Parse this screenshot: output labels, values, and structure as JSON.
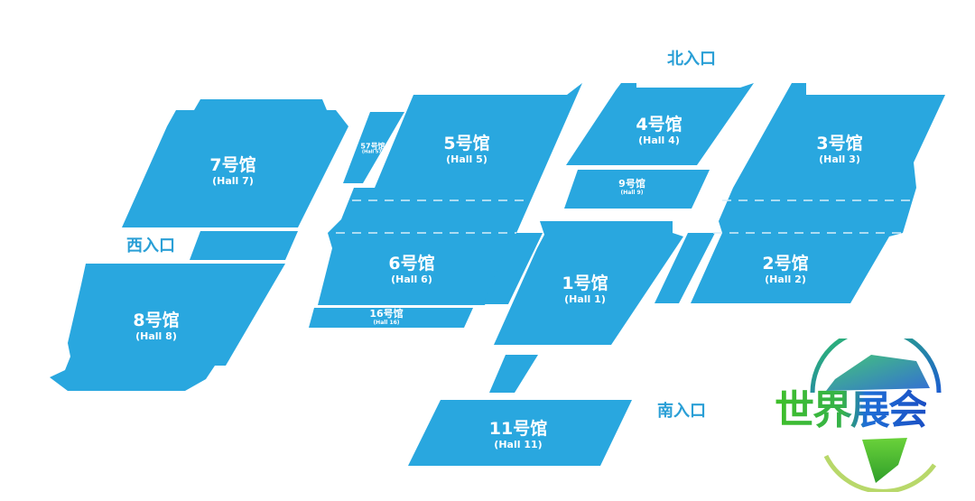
{
  "halls": {
    "h7": {
      "cn": "7号馆",
      "en": "(Hall 7)"
    },
    "h8": {
      "cn": "8号馆",
      "en": "(Hall 8)"
    },
    "h57": {
      "cn": "57号馆",
      "en": "(Hall 57)"
    },
    "h5": {
      "cn": "5号馆",
      "en": "(Hall 5)"
    },
    "h6": {
      "cn": "6号馆",
      "en": "(Hall 6)"
    },
    "h16": {
      "cn": "16号馆",
      "en": "(Hall 16)"
    },
    "h4": {
      "cn": "4号馆",
      "en": "(Hall 4)"
    },
    "h9": {
      "cn": "9号馆",
      "en": "(Hall 9)"
    },
    "h1": {
      "cn": "1号馆",
      "en": "(Hall 1)"
    },
    "h3": {
      "cn": "3号馆",
      "en": "(Hall 3)"
    },
    "h2": {
      "cn": "2号馆",
      "en": "(Hall 2)"
    },
    "h11": {
      "cn": "11号馆",
      "en": "(Hall 11)"
    }
  },
  "entrances": {
    "north": "北入口",
    "west": "西入口",
    "south": "南入口"
  },
  "logo": {
    "text": "世界展会"
  },
  "colors": {
    "hall": "#29a7df",
    "entrance": "#2a9fd6"
  }
}
